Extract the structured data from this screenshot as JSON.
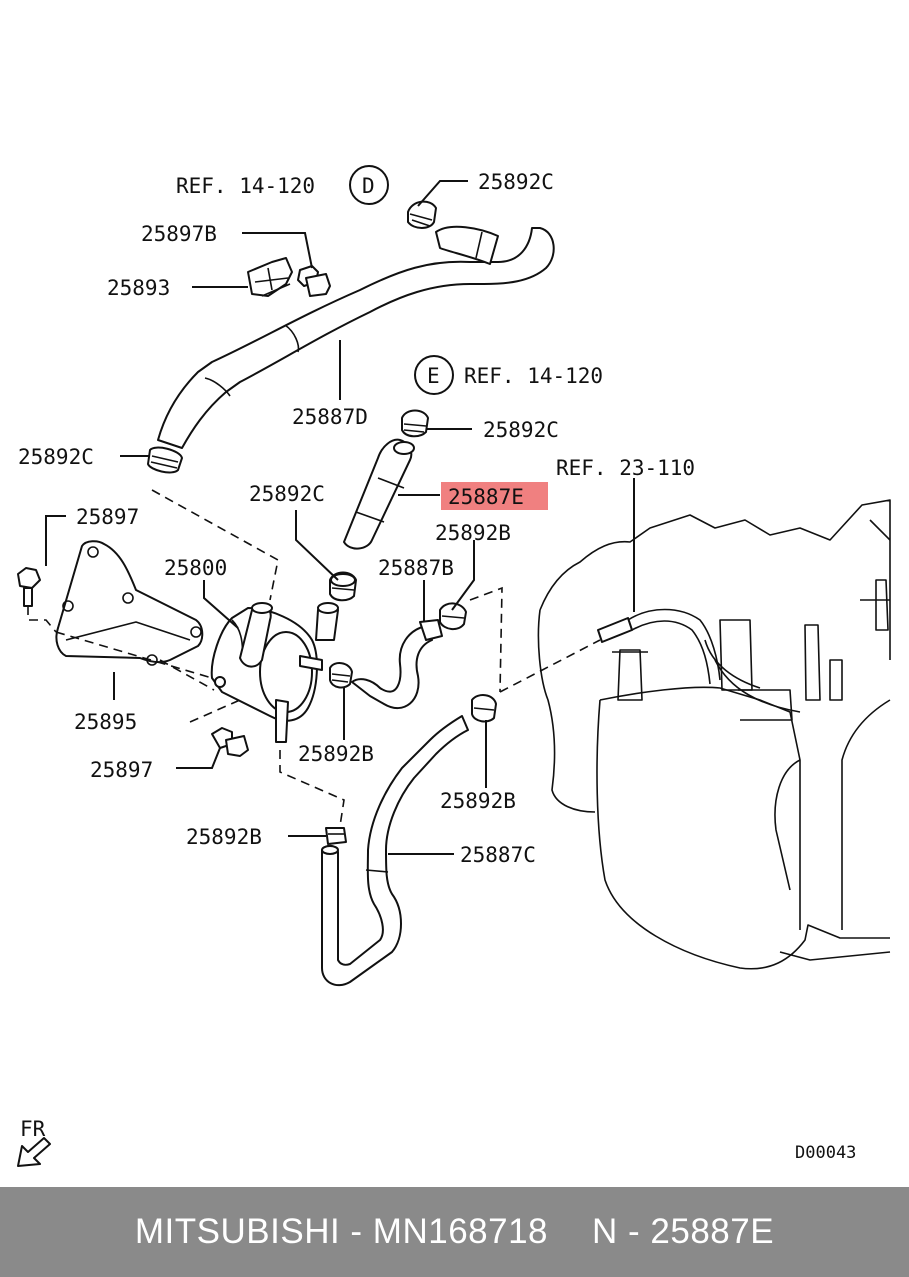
{
  "labels": {
    "ref_d": "REF. 14-120",
    "ref_e": "REF. 14-120",
    "ref_23": "REF. 23-110",
    "circle_d": "D",
    "circle_e": "E",
    "p25892c_top": "25892C",
    "p25897b": "25897B",
    "p25893": "25893",
    "p25887d": "25887D",
    "p25892c_mid": "25892C",
    "p25892c_left": "25892C",
    "p25892c_center": "25892C",
    "p25887e": "25887E",
    "p25892b_right": "25892B",
    "p25897_top": "25897",
    "p25800": "25800",
    "p25887b": "25887B",
    "p25895": "25895",
    "p25892b_center": "25892B",
    "p25897_bottom": "25897",
    "p25892b_lower": "25892B",
    "p25892b_left": "25892B",
    "p25887c": "25887C",
    "fr": "FR",
    "code": "D00043"
  },
  "footer": {
    "brand_part": "MITSUBISHI - MN168718",
    "ref_part": "N - 25887E"
  },
  "colors": {
    "highlight": "#f08080",
    "footer_bg": "#8a8a8a"
  }
}
